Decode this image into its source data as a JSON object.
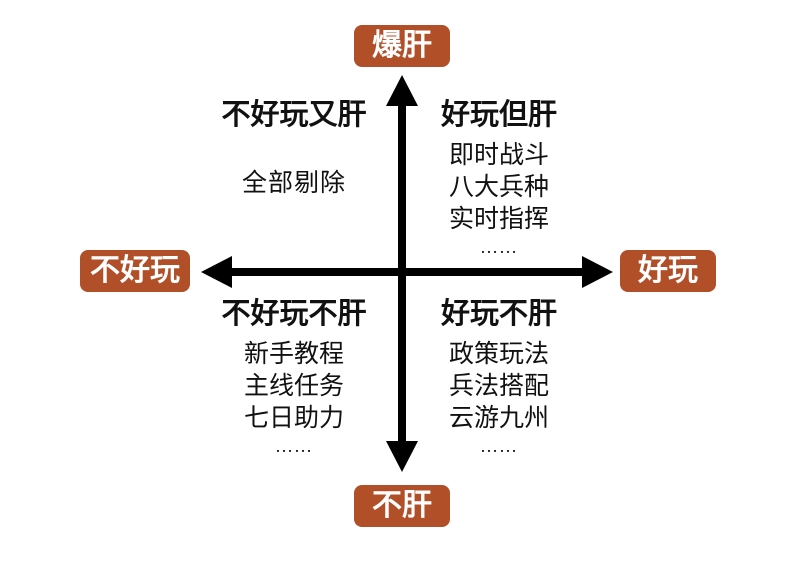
{
  "diagram": {
    "axis_labels": {
      "top": "爆肝",
      "bottom": "不肝",
      "left": "不好玩",
      "right": "好玩"
    },
    "quadrants": {
      "top_left": {
        "title": "不好玩又肝",
        "items": [
          "全部剔除"
        ]
      },
      "top_right": {
        "title": "好玩但肝",
        "items": [
          "即时战斗",
          "八大兵种",
          "实时指挥",
          "……"
        ]
      },
      "bottom_left": {
        "title": "不好玩不肝",
        "items": [
          "新手教程",
          "主线任务",
          "七日助力",
          "……"
        ]
      },
      "bottom_right": {
        "title": "好玩不肝",
        "items": [
          "政策玩法",
          "兵法搭配",
          "云游九州",
          "……"
        ]
      }
    },
    "colors": {
      "accent": "#b14f28",
      "axis": "#000000",
      "background": "#ffffff",
      "label_text": "#ffffff",
      "text": "#111111"
    }
  }
}
